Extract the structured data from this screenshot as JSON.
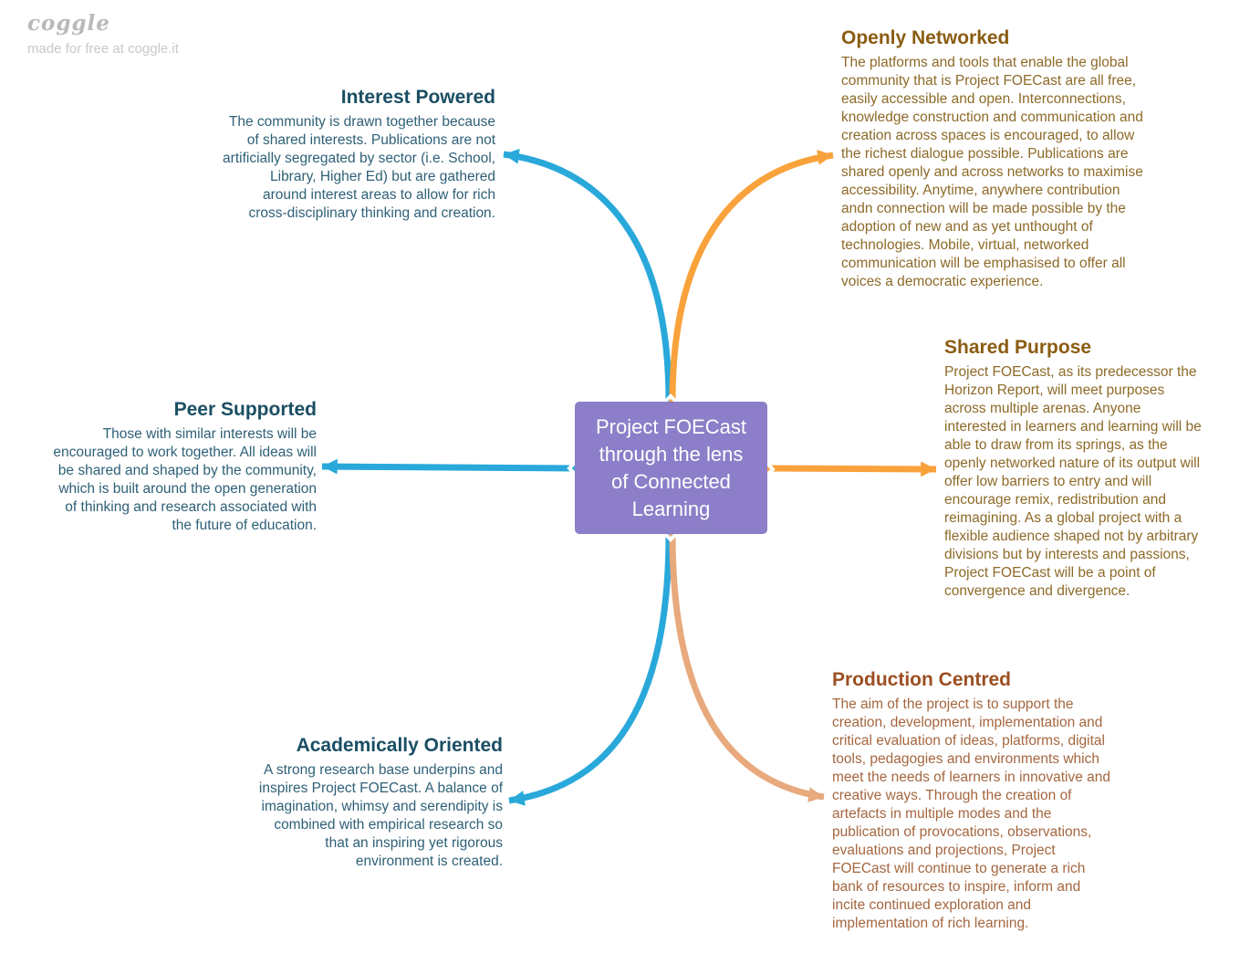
{
  "watermark": {
    "logo": "coggle",
    "tagline": "made for free at coggle.it"
  },
  "center_node": {
    "text": "Project FOECast\nthrough the lens\nof Connected\nLearning"
  },
  "branches": [
    {
      "id": "interest-powered",
      "title": "Interest Powered",
      "body": "The community is drawn together because\nof shared interests. Publications are not\nartificially segregated by sector (i.e. School,\nLibrary, Higher Ed) but are gathered\naround interest areas to allow for rich\ncross-disciplinary thinking and creation."
    },
    {
      "id": "openly-networked",
      "title": "Openly Networked",
      "body": "The platforms and tools that enable the global\ncommunity that is Project FOECast are all free,\neasily accessible and open. Interconnections,\nknowledge construction and communication and\ncreation across spaces is encouraged, to allow\nthe richest dialogue possible. Publications are\nshared openly and across networks to maximise\naccessibility. Anytime, anywhere contribution\nandn connection will be made possible by the\nadoption of new and as yet unthought of\ntechnologies. Mobile, virtual, networked\ncommunication will be emphasised to offer all\nvoices a democratic experience."
    },
    {
      "id": "peer-supported",
      "title": "Peer Supported",
      "body": "Those with similar interests will be\nencouraged to work together. All ideas will\nbe shared and shaped by the community,\nwhich is built around the open generation\nof thinking and research associated with\nthe future of education."
    },
    {
      "id": "shared-purpose",
      "title": "Shared Purpose",
      "body": "Project FOECast, as its predecessor the\nHorizon Report, will meet purposes\nacross multiple arenas. Anyone\ninterested in learners and learning will be\nable to draw from its springs, as the\nopenly networked nature of its output will\noffer low barriers to entry and will\nencourage remix, redistribution and\nreimagining. As a global project with a\nflexible audience shaped not by arbitrary\ndivisions but by interests and passions,\nProject FOECast will be a point of\nconvergence and divergence."
    },
    {
      "id": "academically-oriented",
      "title": "Academically Oriented",
      "body": "A strong research base underpins and\ninspires Project FOECast. A balance of\nimagination, whimsy and serendipity is\ncombined with empirical research so\nthat an inspiring yet rigorous\nenvironment is created."
    },
    {
      "id": "production-centred",
      "title": "Production Centred",
      "body": "The aim of the project is to support the\ncreation, development, implementation and\ncritical evaluation of ideas, platforms, digital\ntools, pedagogies and environments which\nmeet the needs of learners in innovative and\ncreative ways. Through the creation of\nartefacts in multiple modes and the\npublication of provocations, observations,\nevaluations and projections, Project\nFOECast will continue to generate a rich\nbank of resources to inspire, inform and\nincite continued exploration and\nimplementation of rich learning."
    }
  ],
  "colors": {
    "blue_line": "#29a8da",
    "orange_line": "#f9a23c",
    "tan_line": "#e8a97d",
    "purple_node": "#8c7ec8",
    "teal_title": "#1a4e63",
    "teal_body": "#2e6077",
    "gold_title": "#8a5c12",
    "gold_body": "#8d6a28",
    "sienna_title": "#9b4f22",
    "sienna_body": "#a4663f",
    "center_text": "#ffffff",
    "watermark": "#b9b9b9",
    "watermark_light": "#c8c8c8"
  }
}
